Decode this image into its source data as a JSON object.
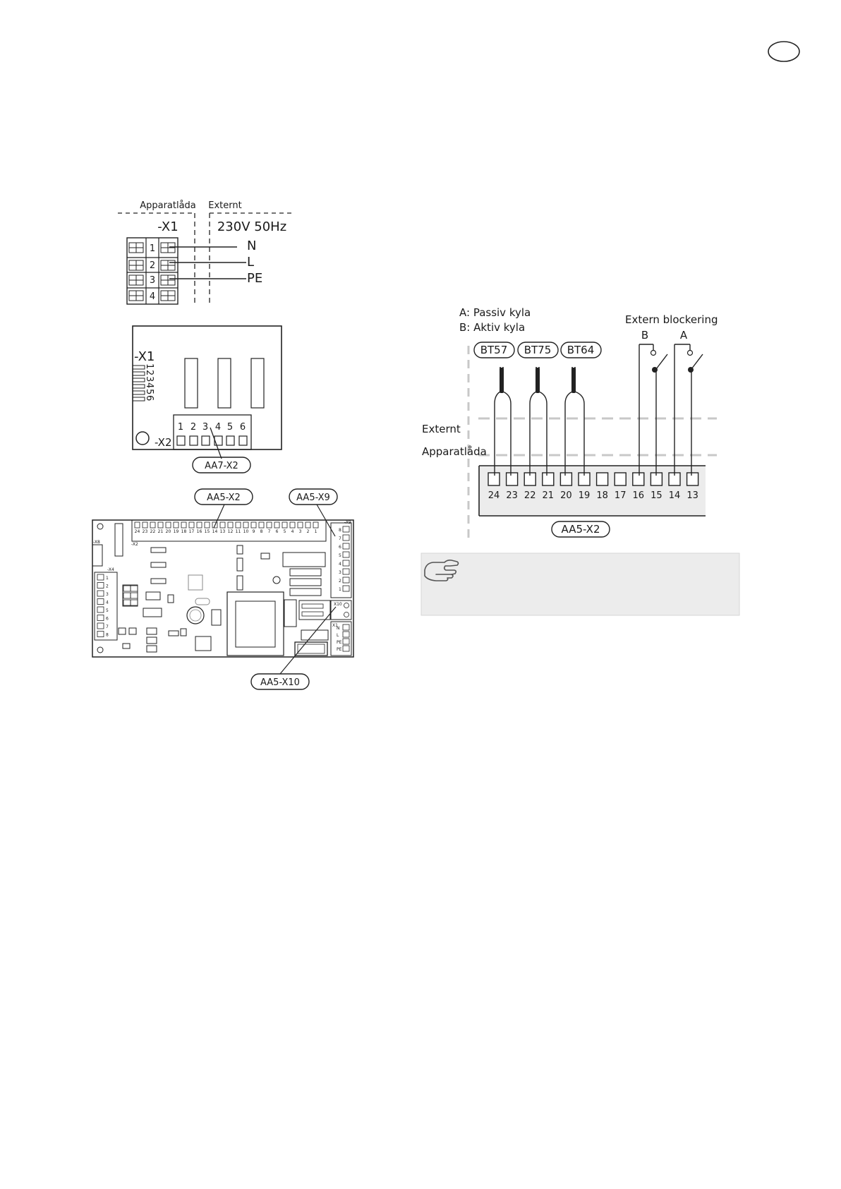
{
  "header": {
    "country_badge": ""
  },
  "supply_diagram": {
    "zone_internal": "Apparatlåda",
    "zone_external": "Externt",
    "terminal": "-X1",
    "supply_label": "230V 50Hz",
    "positions": [
      "1",
      "2",
      "3",
      "4"
    ],
    "conductors": [
      "N",
      "L",
      "PE"
    ]
  },
  "aa7_board": {
    "x1_label": "-X1",
    "x1_numbers": [
      "1",
      "2",
      "3",
      "4",
      "5",
      "6"
    ],
    "x2_label": "-X2",
    "x2_numbers": [
      "1",
      "2",
      "3",
      "4",
      "5",
      "6"
    ],
    "callout": "AA7-X2"
  },
  "aa5_board": {
    "callouts": {
      "x2": "AA5-X2",
      "x9": "AA5-X9",
      "x10": "AA5-X10"
    },
    "small_labels": {
      "x2": "-X2",
      "x8": "-X8",
      "x4": "-X4",
      "x9": "-X9",
      "x10": "X10",
      "x1": "X1"
    },
    "x2_terminals": [
      "24",
      "23",
      "22",
      "21",
      "20",
      "19",
      "18",
      "17",
      "16",
      "15",
      "14",
      "13",
      "12",
      "11",
      "10",
      "9",
      "8",
      "7",
      "6",
      "5",
      "4",
      "3",
      "2",
      "1"
    ],
    "x4_terminals": [
      "1",
      "2",
      "3",
      "4",
      "5",
      "6",
      "7",
      "8"
    ],
    "x9_terminals": [
      "8",
      "7",
      "6",
      "5",
      "4",
      "3",
      "2",
      "1"
    ],
    "x1_terminals": [
      "N",
      "L",
      "PE",
      "PE"
    ]
  },
  "cooling_diagram": {
    "legend_a": "A: Passiv kyla",
    "legend_b": "B: Aktiv kyla",
    "block_title": "Extern blockering",
    "switch_b": "B",
    "switch_a": "A",
    "sensors": [
      "BT57",
      "BT75",
      "BT64"
    ],
    "zone_external": "Externt",
    "zone_internal": "Apparatlåda",
    "terminals": [
      "24",
      "23",
      "22",
      "21",
      "20",
      "19",
      "18",
      "17",
      "16",
      "15",
      "14",
      "13"
    ],
    "callout": "AA5-X2"
  },
  "note_box": {
    "icon": "pointing-hand-icon",
    "text": ""
  }
}
